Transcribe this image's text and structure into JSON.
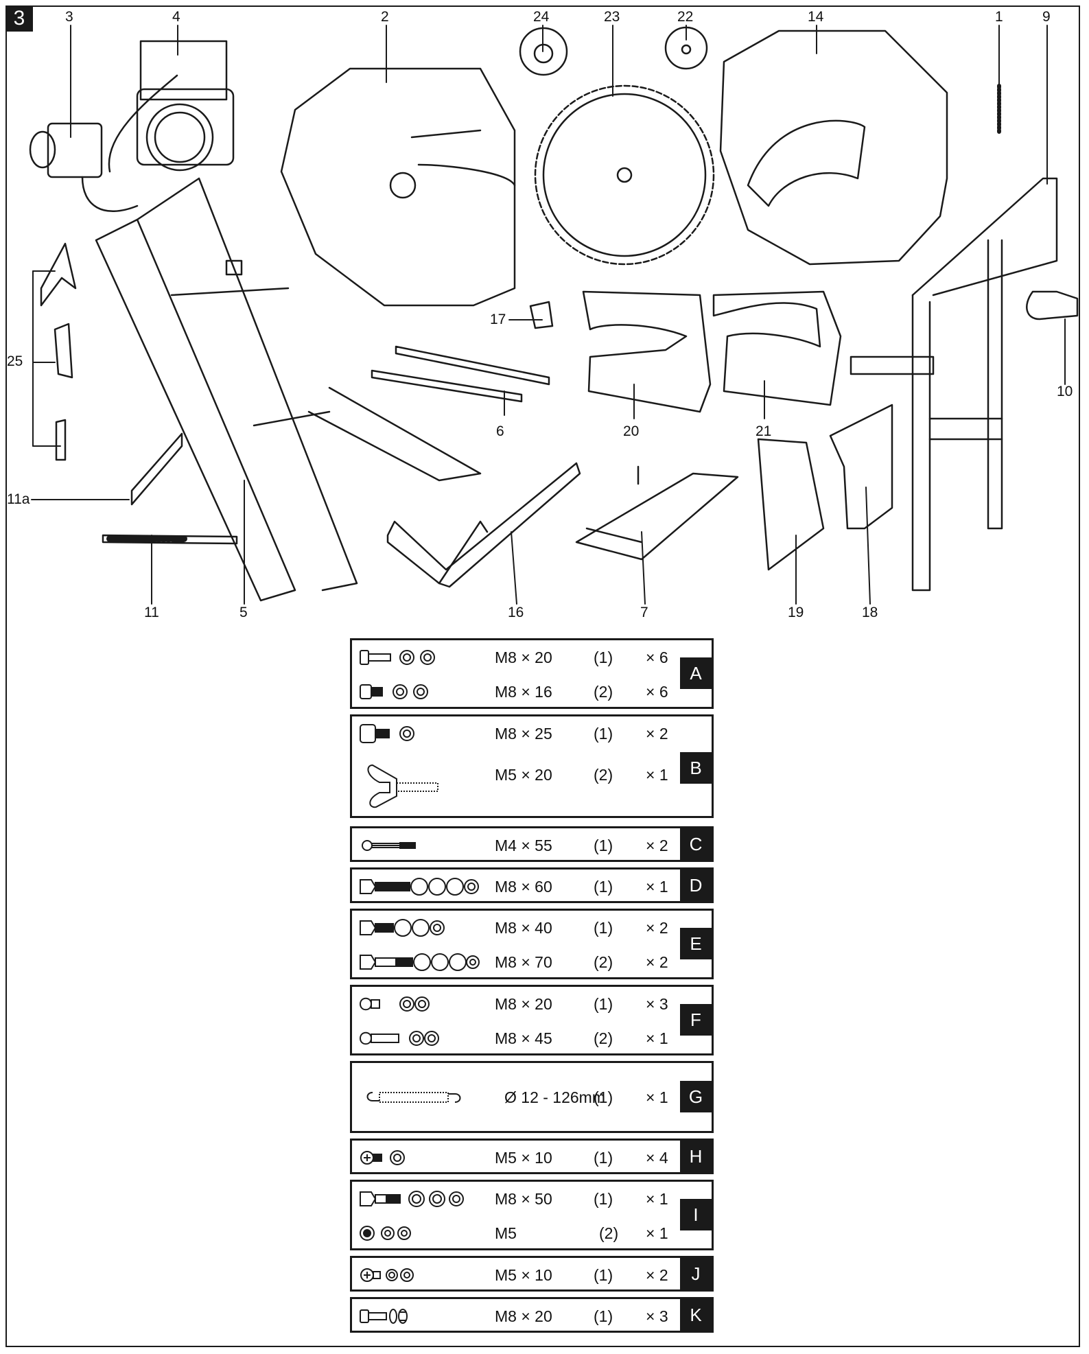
{
  "figure": {
    "number": "3"
  },
  "part_labels": [
    {
      "id": "lbl-3",
      "text": "3"
    },
    {
      "id": "lbl-4",
      "text": "4"
    },
    {
      "id": "lbl-2",
      "text": "2"
    },
    {
      "id": "lbl-24",
      "text": "24"
    },
    {
      "id": "lbl-23",
      "text": "23"
    },
    {
      "id": "lbl-22",
      "text": "22"
    },
    {
      "id": "lbl-14",
      "text": "14"
    },
    {
      "id": "lbl-1",
      "text": "1"
    },
    {
      "id": "lbl-9",
      "text": "9"
    },
    {
      "id": "lbl-25",
      "text": "25"
    },
    {
      "id": "lbl-17",
      "text": "17"
    },
    {
      "id": "lbl-6",
      "text": "6"
    },
    {
      "id": "lbl-20",
      "text": "20"
    },
    {
      "id": "lbl-21",
      "text": "21"
    },
    {
      "id": "lbl-10",
      "text": "10"
    },
    {
      "id": "lbl-11a",
      "text": "11a"
    },
    {
      "id": "lbl-11",
      "text": "11"
    },
    {
      "id": "lbl-5",
      "text": "5"
    },
    {
      "id": "lbl-16",
      "text": "16"
    },
    {
      "id": "lbl-7",
      "text": "7"
    },
    {
      "id": "lbl-19",
      "text": "19"
    },
    {
      "id": "lbl-18",
      "text": "18"
    }
  ],
  "hardware_groups": [
    {
      "key": "A",
      "rows": [
        {
          "icon": "bolt-washer-nut-icon",
          "size": "M8 × 20",
          "pos": "(1)",
          "qty": "× 6"
        },
        {
          "icon": "bolt-washer-nut-icon",
          "size": "M8 × 16",
          "pos": "(2)",
          "qty": "× 6"
        }
      ]
    },
    {
      "key": "B",
      "rows": [
        {
          "icon": "socket-screw-nut-icon",
          "size": "M8 × 25",
          "pos": "(1)",
          "qty": "× 2"
        },
        {
          "icon": "wing-screw-icon",
          "size": "M5 × 20",
          "pos": "(2)",
          "qty": "× 1"
        }
      ]
    },
    {
      "key": "C",
      "rows": [
        {
          "icon": "long-screw-icon",
          "size": "M4 × 55",
          "pos": "(1)",
          "qty": "× 2"
        }
      ]
    },
    {
      "key": "D",
      "rows": [
        {
          "icon": "hex-bolt-washers-icon",
          "size": "M8 × 60",
          "pos": "(1)",
          "qty": "× 1"
        }
      ]
    },
    {
      "key": "E",
      "rows": [
        {
          "icon": "hex-bolt-washers-icon",
          "size": "M8 × 40",
          "pos": "(1)",
          "qty": "× 2"
        },
        {
          "icon": "hex-bolt-washers-icon",
          "size": "M8 × 70",
          "pos": "(2)",
          "qty": "× 2"
        }
      ]
    },
    {
      "key": "F",
      "rows": [
        {
          "icon": "pan-screw-washer-nut-icon",
          "size": "M8 × 20",
          "pos": "(1)",
          "qty": "× 3"
        },
        {
          "icon": "pan-screw-washer-nut-icon",
          "size": "M8 × 45",
          "pos": "(2)",
          "qty": "× 1"
        }
      ]
    },
    {
      "key": "G",
      "rows": [
        {
          "icon": "tension-spring-icon",
          "size": "Ø 12 - 126mm",
          "pos": "(1)",
          "qty": "× 1"
        }
      ]
    },
    {
      "key": "H",
      "rows": [
        {
          "icon": "cross-screw-washer-icon",
          "size": "M5 × 10",
          "pos": "(1)",
          "qty": "× 4"
        }
      ]
    },
    {
      "key": "I",
      "rows": [
        {
          "icon": "hex-bolt-washers-icon",
          "size": "M8 × 50",
          "pos": "(1)",
          "qty": "× 1"
        },
        {
          "icon": "nut-washers-icon",
          "size": "M5",
          "pos": "(2)",
          "qty": "× 1"
        }
      ]
    },
    {
      "key": "J",
      "rows": [
        {
          "icon": "cross-screw-washers-icon",
          "size": "M5 × 10",
          "pos": "(1)",
          "qty": "× 2"
        }
      ]
    },
    {
      "key": "K",
      "rows": [
        {
          "icon": "bolt-washer-nut-icon",
          "size": "M8 × 20",
          "pos": "(1)",
          "qty": "× 3"
        }
      ]
    }
  ]
}
